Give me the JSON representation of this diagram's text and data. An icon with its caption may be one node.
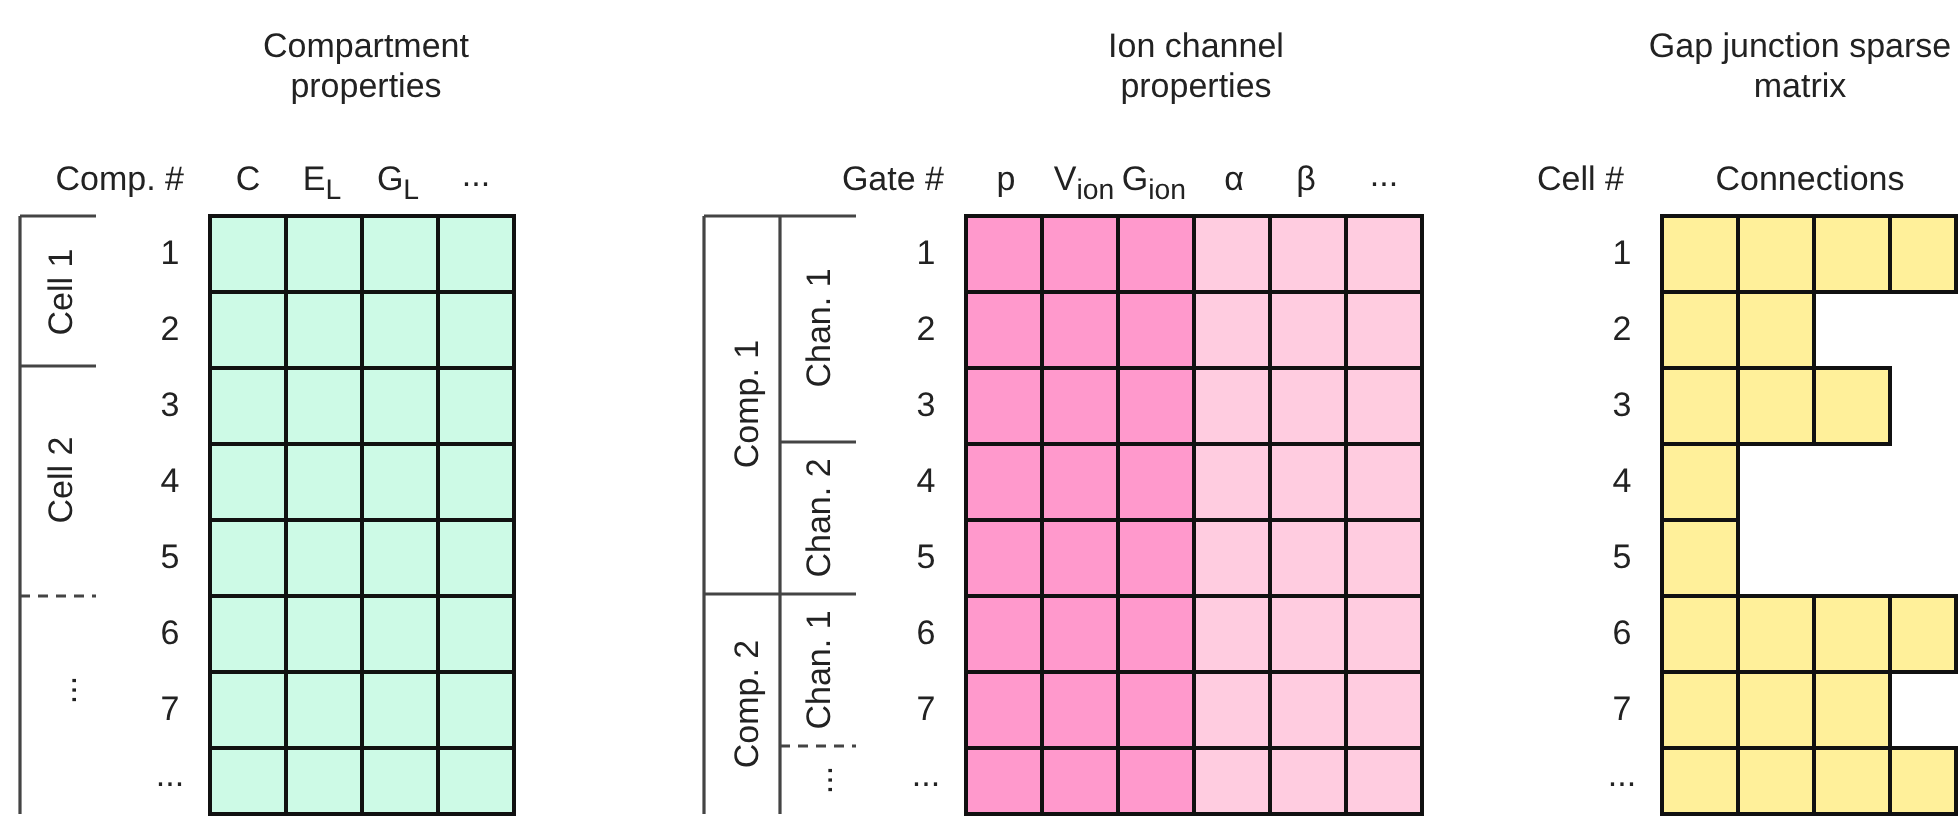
{
  "diagram": {
    "labels": [
      "Compartment properties",
      "Ion channel properties",
      "Gap junction sparse matrix",
      "Comp. #",
      "C",
      "E$_{L}$",
      "G$_{L}$",
      "...",
      "Gate #",
      "p",
      "V$_{ion}$",
      "G$_{ion}$",
      "α",
      "β",
      "...",
      "Cell #",
      "Connections",
      "1",
      "2",
      "3",
      "4",
      "5",
      "6",
      "7",
      "...",
      "Cell 1",
      "Cell 2",
      "...",
      "1",
      "2",
      "3",
      "4",
      "5",
      "6",
      "7",
      "...",
      "Comp. 1",
      "Comp. 2",
      "Chan. 1",
      "Chan. 2",
      "Chan. 1",
      "...",
      "1",
      "2",
      "3",
      "4",
      "5",
      "6",
      "7",
      "..."
    ]
  }
}
